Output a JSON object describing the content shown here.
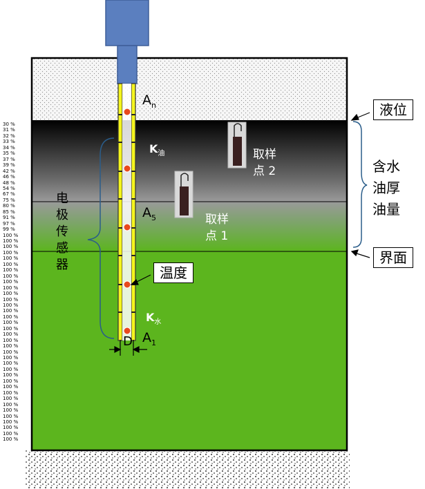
{
  "labels": {
    "liquid_level": "液位",
    "interface": "界面",
    "water_oil": [
      "含水",
      "油厚",
      "油量"
    ],
    "sensor": [
      "电",
      "极",
      "传",
      "感",
      "器"
    ],
    "temperature": "温度",
    "k_oil_main": "K",
    "k_oil_sub": "油",
    "k_water_main": "K",
    "k_water_sub": "水",
    "a_n_main": "A",
    "a_n_sub": "n",
    "a_5_main": "A",
    "a_5_sub": "5",
    "a_1_main": "A",
    "a_1_sub": "1",
    "d": "D",
    "sample2": [
      "取样",
      "点 2"
    ],
    "sample1": [
      "取样",
      "点 1"
    ]
  },
  "percent_scale": [
    "30 %",
    "31 %",
    "32 %",
    "33 %",
    "34 %",
    "35 %",
    "37 %",
    "39 %",
    "42 %",
    "46 %",
    "48 %",
    "54 %",
    "67 %",
    "75 %",
    "80 %",
    "85 %",
    "91 %",
    "97 %",
    "99 %",
    "100 %",
    "100 %",
    "100 %",
    "100 %",
    "100 %",
    "100 %",
    "100 %",
    "100 %",
    "100 %",
    "100 %",
    "100 %",
    "100 %",
    "100 %",
    "100 %",
    "100 %",
    "100 %",
    "100 %",
    "100 %",
    "100 %",
    "100 %",
    "100 %",
    "100 %",
    "100 %",
    "100 %",
    "100 %",
    "100 %",
    "100 %",
    "100 %",
    "100 %",
    "100 %",
    "100 %",
    "100 %",
    "100 %",
    "100 %",
    "100 %",
    "100 %"
  ],
  "colors": {
    "water": "#5cb51e",
    "oil_top": "#000000",
    "oil_mid": "#8a8a8a",
    "probe_body": "#5b7fbf",
    "electrode": "#f5f51e",
    "sensor_dot": "#e8491d",
    "gas": "#f4f4f4"
  }
}
